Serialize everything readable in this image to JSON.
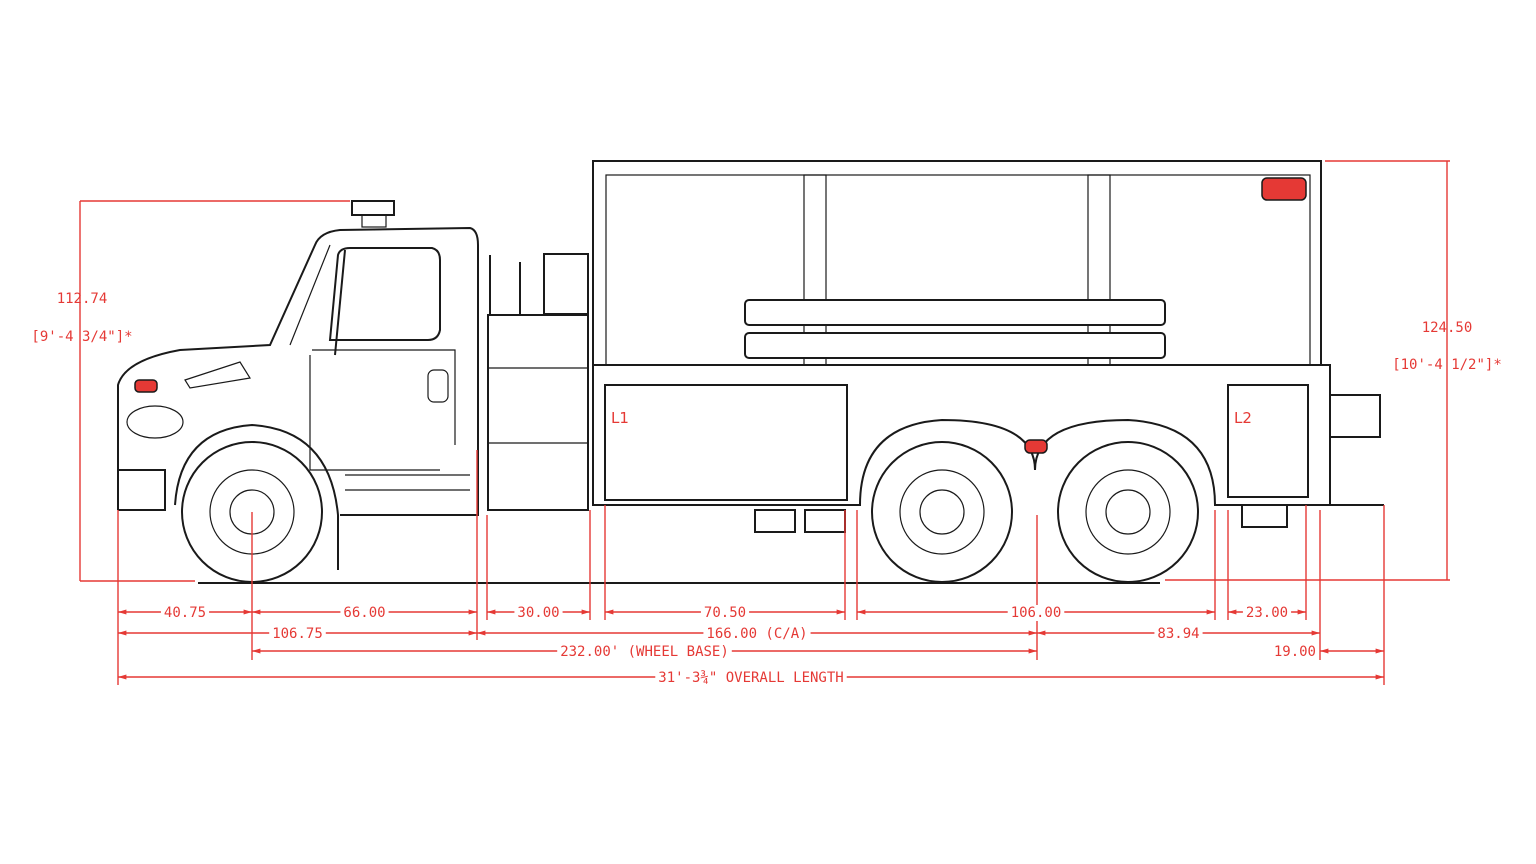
{
  "drawing": {
    "accent_color": "#e53935",
    "compartment_labels": [
      "L1",
      "L2"
    ],
    "heights": {
      "cab": {
        "value": "112.74",
        "imperial": "[9'-4 3/4\"]*"
      },
      "body": {
        "value": "124.50",
        "imperial": "[10'-4 1/2\"]*"
      }
    },
    "dimensions": {
      "row1": [
        "40.75",
        "66.00",
        "30.00",
        "70.50",
        "106.00",
        "23.00"
      ],
      "row2": [
        "106.75",
        "166.00 (C/A)",
        "83.94"
      ],
      "row3": [
        "232.00' (WHEEL BASE)",
        "19.00"
      ],
      "overall": "31'-3¾\" OVERALL LENGTH"
    }
  }
}
